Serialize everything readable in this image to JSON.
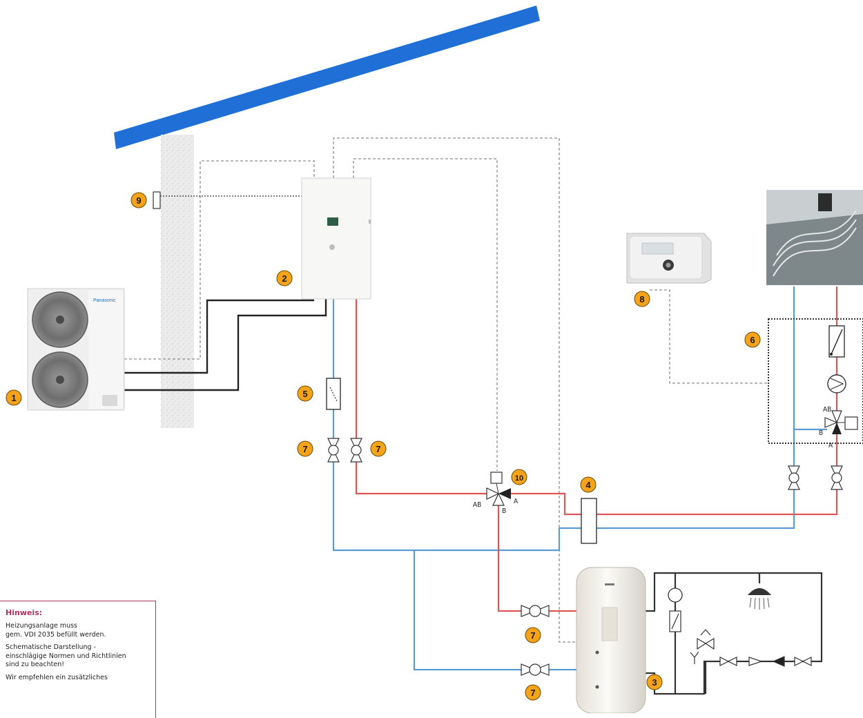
{
  "diagram": {
    "callouts": [
      {
        "id": "outdoor-unit",
        "label": "1"
      },
      {
        "id": "indoor-module",
        "label": "2"
      },
      {
        "id": "hot-water-tank",
        "label": "3"
      },
      {
        "id": "separator",
        "label": "4"
      },
      {
        "id": "filter",
        "label": "5"
      },
      {
        "id": "mixing-group",
        "label": "6"
      },
      {
        "id": "shutoff-valve-left",
        "label": "7"
      },
      {
        "id": "shutoff-valve-right",
        "label": "7"
      },
      {
        "id": "shutoff-valve-tank-top",
        "label": "7"
      },
      {
        "id": "shutoff-valve-tank-bottom",
        "label": "7"
      },
      {
        "id": "room-controller",
        "label": "8"
      },
      {
        "id": "outdoor-sensor",
        "label": "9"
      },
      {
        "id": "diverter-valve",
        "label": "10"
      }
    ],
    "valve_ports": {
      "diverter": {
        "ab": "AB",
        "a": "A",
        "b": "B"
      },
      "mixer": {
        "ab": "AB",
        "a": "A",
        "b": "B"
      }
    },
    "device_text": {
      "outdoor_brand": "Panasonic"
    },
    "colors": {
      "flow": "#e05656",
      "return": "#5b9bd5",
      "signal": "#8c8c8c",
      "power": "#222222",
      "badge": "#f5a31a",
      "roof": "#1f6fd6",
      "note_accent": "#b0345c"
    }
  },
  "note": {
    "title": "Hinweis:",
    "lines": [
      "Heizungsanlage muss\ngem. VDI 2035 befüllt werden.",
      "Schematische Darstellung -\neinschlägige Normen und Richtlinien\nsind zu beachten!",
      "Wir empfehlen ein zusätzliches"
    ]
  }
}
